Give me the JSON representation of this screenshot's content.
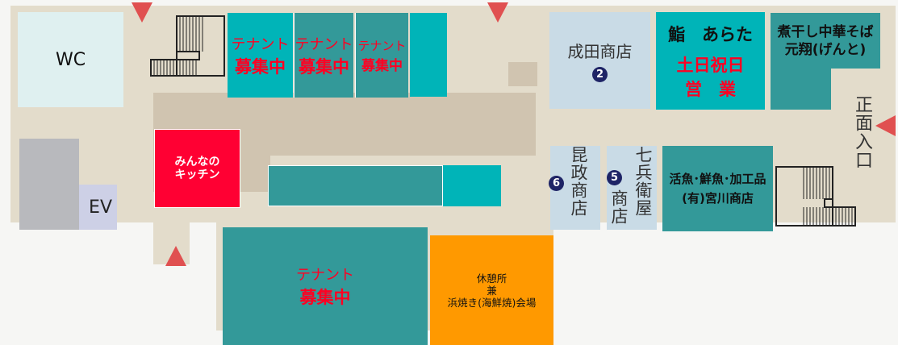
{
  "map": {
    "wc": "WC",
    "ev": "EV",
    "tenant_small": [
      {
        "line1": "テナント",
        "line2": "募集中"
      },
      {
        "line1": "テナント",
        "line2": "募集中"
      },
      {
        "line1": "テナント",
        "line2": "募集中"
      }
    ],
    "tenant_large": {
      "line1": "テナント",
      "line2": "募集中"
    },
    "kitchen": {
      "line1": "みんなの",
      "line2": "キッチン"
    },
    "rest_area": {
      "line1": "休憩所",
      "line2": "兼",
      "line3": "浜焼き(海鮮焼)会場"
    },
    "narita": {
      "name": "成田商店",
      "number": "2"
    },
    "sushi": {
      "name": "鮨　あらた",
      "hours1": "土日祝日",
      "hours2": "営　業"
    },
    "gento": {
      "line1": "煮干し中華そば",
      "line2": "元翔(げんと)"
    },
    "main_entrance": "正面入口",
    "konmasa": {
      "name": "昆政商店",
      "number": "6"
    },
    "shichibei": {
      "name": "七兵衛屋",
      "sub": "商店",
      "number": "5"
    },
    "miyagawa": {
      "line1": "活魚･鮮魚･加工品",
      "line2": "(有)宮川商店"
    }
  },
  "colors": {
    "cyan": "#00b4b8",
    "teal": "#339999",
    "red": "#ff0033",
    "orange": "#ff9900",
    "arrow": "#e05050"
  }
}
